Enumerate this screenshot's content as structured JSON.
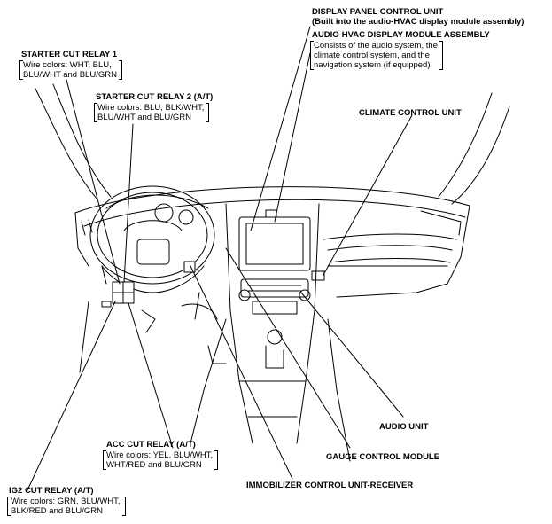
{
  "labels": {
    "display_panel": {
      "title": "DISPLAY PANEL CONTROL UNIT",
      "subtitle": "(Built into the audio-HVAC display module assembly)"
    },
    "audio_hvac": {
      "title": "AUDIO-HVAC DISPLAY MODULE ASSEMBLY",
      "desc": [
        "Consists of the audio system, the",
        "climate control system, and the",
        "navigation system (if equipped)"
      ]
    },
    "starter_cut_1": {
      "title": "STARTER CUT RELAY 1",
      "desc": [
        "Wire colors: WHT, BLU,",
        "BLU/WHT and BLU/GRN"
      ]
    },
    "starter_cut_2": {
      "title": "STARTER CUT RELAY 2 (A/T)",
      "desc": [
        "Wire colors: BLU, BLK/WHT,",
        "BLU/WHT and BLU/GRN"
      ]
    },
    "climate_control": {
      "title": "CLIMATE CONTROL UNIT"
    },
    "audio_unit": {
      "title": "AUDIO UNIT"
    },
    "gauge_control": {
      "title": "GAUGE CONTROL MODULE"
    },
    "immobilizer": {
      "title": "IMMOBILIZER CONTROL UNIT-RECEIVER"
    },
    "acc_cut": {
      "title": "ACC CUT RELAY (A/T)",
      "desc": [
        "Wire colors: YEL, BLU/WHT,",
        "WHT/RED and BLU/GRN"
      ]
    },
    "ig2_cut": {
      "title": "IG2 CUT RELAY (A/T)",
      "desc": [
        "Wire colors: GRN, BLU/WHT,",
        "BLK/RED and BLU/GRN"
      ]
    }
  }
}
